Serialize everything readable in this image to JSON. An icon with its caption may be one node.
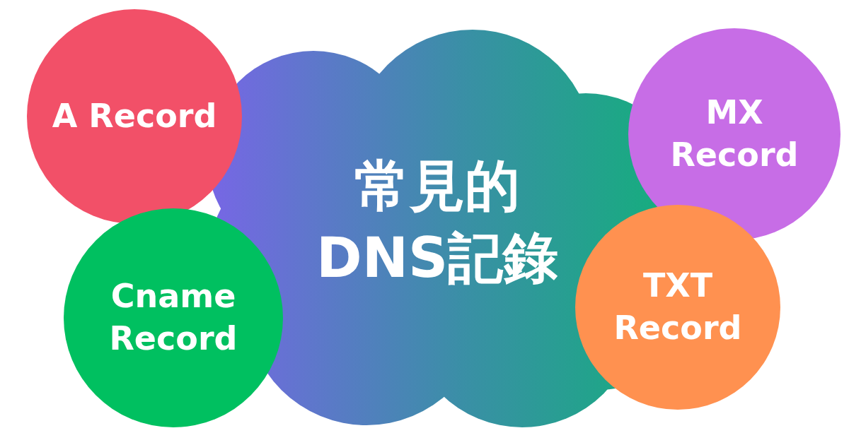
{
  "diagram": {
    "nodes": [
      {
        "text": [
          "A Record"
        ]
      },
      {
        "text": [
          "MX Record"
        ]
      },
      {
        "text": [
          "常見的DNS記錄"
        ]
      },
      {
        "text": [
          "Cname Record"
        ]
      },
      {
        "text": [
          "TXT Record"
        ]
      }
    ]
  }
}
